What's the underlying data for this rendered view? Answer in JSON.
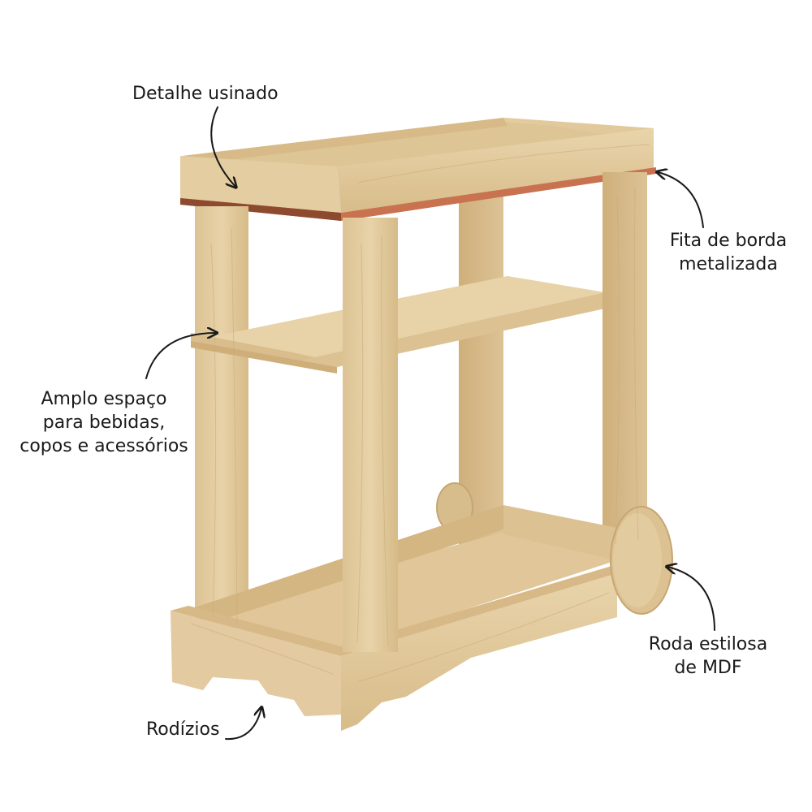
{
  "annotations": {
    "machined_detail": {
      "line1": "Detalhe usinado"
    },
    "edge_tape": {
      "line1": "Fita de borda",
      "line2": "metalizada"
    },
    "wide_space": {
      "line1": "Amplo espaço",
      "line2": "para bebidas,",
      "line3": "copos e acessórios"
    },
    "wheel": {
      "line1": "Roda estilosa",
      "line2": "de MDF"
    },
    "casters": {
      "line1": "Rodízios"
    }
  },
  "colors": {
    "wood_light": "#e6cfa3",
    "wood_mid": "#d9bd8c",
    "wood_dark": "#c8a874",
    "edge_tape": "#c8724f",
    "text": "#1a1a1a"
  }
}
